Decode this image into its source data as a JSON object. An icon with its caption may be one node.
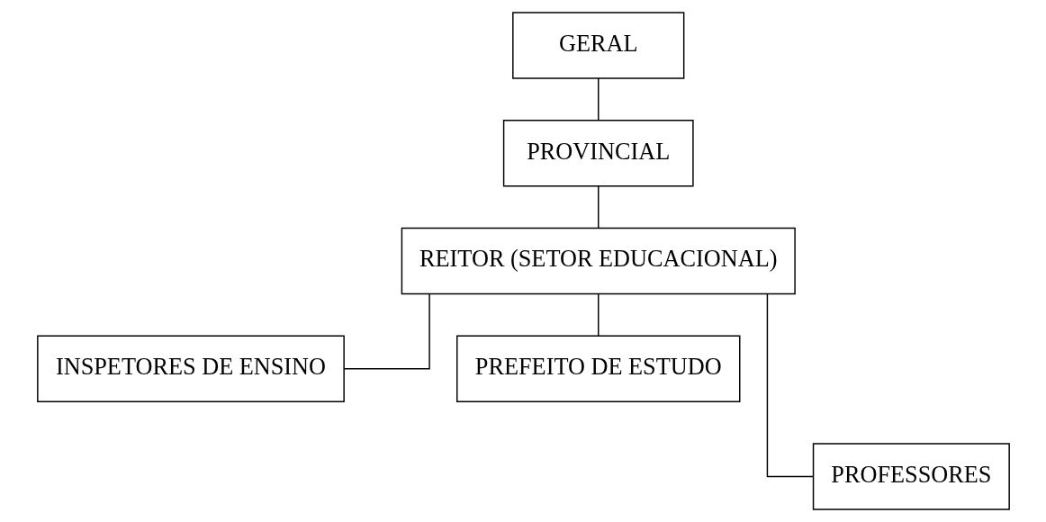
{
  "diagram": {
    "nodes": [
      {
        "text": [
          "GERAL"
        ]
      },
      {
        "text": [
          "PROVINCIAL"
        ]
      },
      {
        "text": [
          "REITOR (SETOR EDUCACIONAL)"
        ]
      },
      {
        "text": [
          "INSPETORES DE ENSINO"
        ]
      },
      {
        "text": [
          "PREFEITO DE ESTUDO"
        ]
      },
      {
        "text": [
          "PROFESSORES"
        ]
      }
    ],
    "edges": [
      {
        "from": 0,
        "to": 1,
        "arrow": "none"
      },
      {
        "from": 1,
        "to": 2,
        "arrow": "none"
      },
      {
        "from": 2,
        "to": 3,
        "arrow": "none"
      },
      {
        "from": 2,
        "to": 4,
        "arrow": "none"
      },
      {
        "from": 2,
        "to": 5,
        "arrow": "none"
      }
    ]
  }
}
